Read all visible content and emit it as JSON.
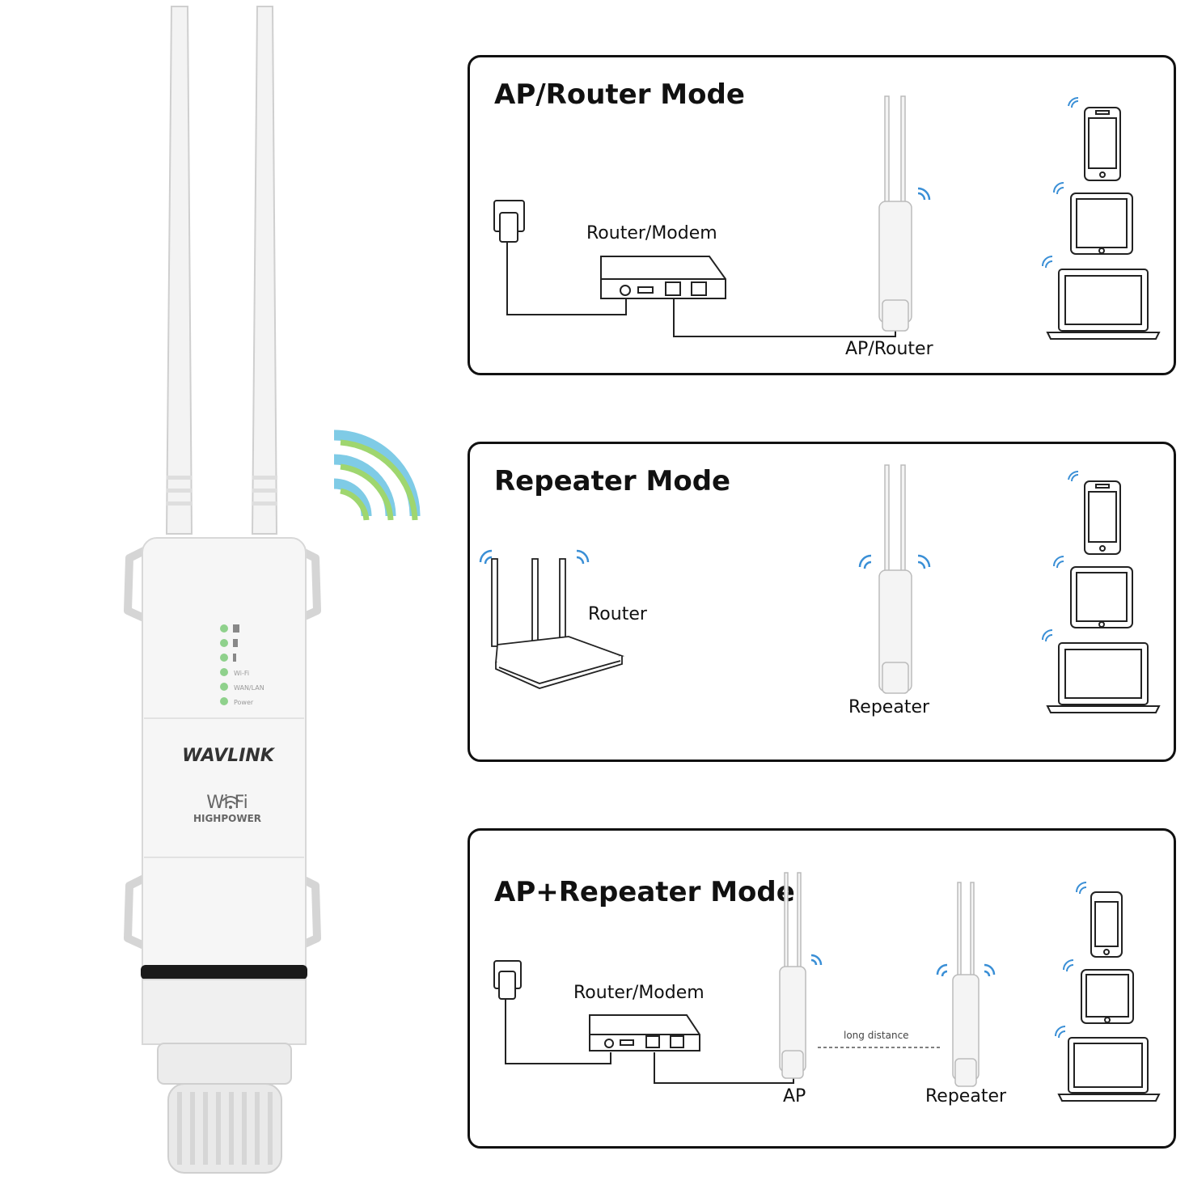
{
  "product": {
    "brand": "WAVLINK",
    "wifi_mark": "Wi  Fi",
    "wifi_sub": "HIGHPOWER",
    "led_labels": [
      "Wi-Fi",
      "WAN/LAN",
      "Power"
    ]
  },
  "colors": {
    "signal_blue": "#7fcbe6",
    "signal_green": "#9fd66f",
    "small_wave_blue": "#3a8fd6",
    "panel_border": "#111111"
  },
  "panels": [
    {
      "title": "AP/Router Mode",
      "labels": {
        "modem": "Router/Modem",
        "device": "AP/Router"
      }
    },
    {
      "title": "Repeater Mode",
      "labels": {
        "router": "Router",
        "device": "Repeater"
      }
    },
    {
      "title": "AP+Repeater Mode",
      "labels": {
        "modem": "Router/Modem",
        "ap": "AP",
        "repeater": "Repeater",
        "link": "long distance"
      }
    }
  ],
  "clients": [
    "phone-icon",
    "tablet-icon",
    "laptop-icon"
  ]
}
